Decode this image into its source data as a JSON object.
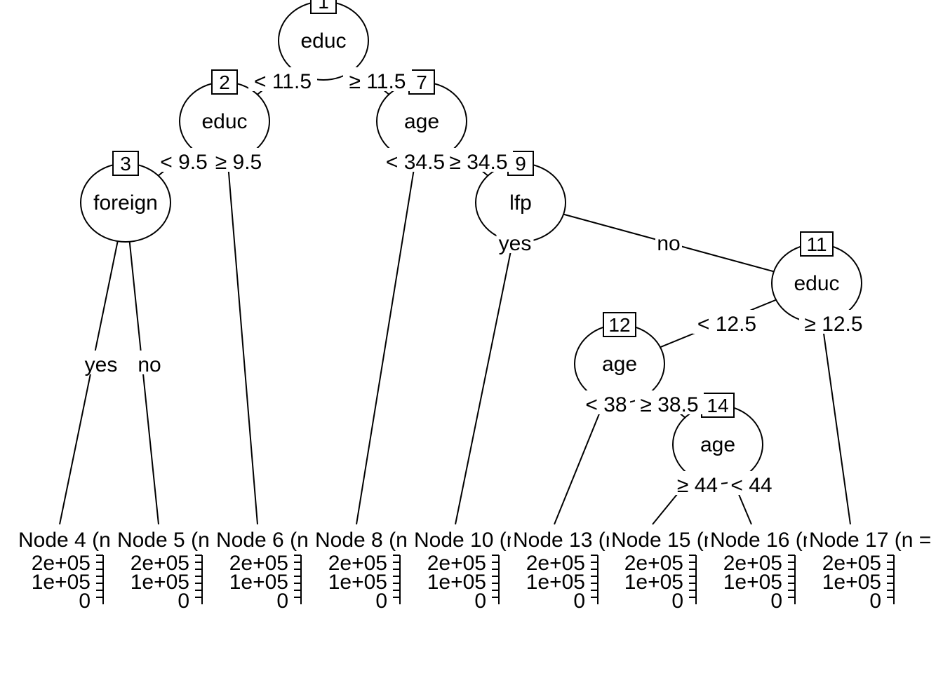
{
  "inner_nodes": [
    {
      "id": "1",
      "variable": "educ"
    },
    {
      "id": "2",
      "variable": "educ"
    },
    {
      "id": "3",
      "variable": "foreign"
    },
    {
      "id": "7",
      "variable": "age"
    },
    {
      "id": "9",
      "variable": "lfp"
    },
    {
      "id": "11",
      "variable": "educ"
    },
    {
      "id": "12",
      "variable": "age"
    },
    {
      "id": "14",
      "variable": "age"
    }
  ],
  "edge_labels": [
    {
      "from": "1",
      "to": "2",
      "text": "< 11.5"
    },
    {
      "from": "1",
      "to": "7",
      "text": "≥ 11.5"
    },
    {
      "from": "2",
      "to": "3",
      "text": "< 9.5"
    },
    {
      "from": "2",
      "to": "6",
      "text": "≥ 9.5"
    },
    {
      "from": "3",
      "to": "4",
      "text": "yes"
    },
    {
      "from": "3",
      "to": "5",
      "text": "no"
    },
    {
      "from": "7",
      "to": "8",
      "text": "< 34.5"
    },
    {
      "from": "7",
      "to": "9",
      "text": "≥ 34.5"
    },
    {
      "from": "9",
      "to": "10",
      "text": "yes"
    },
    {
      "from": "9",
      "to": "11",
      "text": "no"
    },
    {
      "from": "11",
      "to": "12",
      "text": "< 12.5"
    },
    {
      "from": "11",
      "to": "17",
      "text": "≥ 12.5"
    },
    {
      "from": "12",
      "to": "13",
      "text": "< 38"
    },
    {
      "from": "12",
      "to": "14",
      "text": "≥ 38.5"
    },
    {
      "from": "14",
      "to": "15",
      "text": "≥ 44"
    },
    {
      "from": "14",
      "to": "16",
      "text": "< 44"
    }
  ],
  "terminal_nodes": [
    {
      "id": "4",
      "title": "Node 4 (n"
    },
    {
      "id": "5",
      "title": "Node 5 (n"
    },
    {
      "id": "6",
      "title": "Node 6 (n"
    },
    {
      "id": "8",
      "title": "Node 8 (n"
    },
    {
      "id": "10",
      "title": "Node 10 (n"
    },
    {
      "id": "13",
      "title": "Node 13 (n"
    },
    {
      "id": "15",
      "title": "Node 15 (n"
    },
    {
      "id": "16",
      "title": "Node 16 (n"
    },
    {
      "id": "17",
      "title": "Node 17 (n ="
    }
  ],
  "terminal_axis_ticks": [
    "2e+05",
    "1e+05",
    "0"
  ]
}
